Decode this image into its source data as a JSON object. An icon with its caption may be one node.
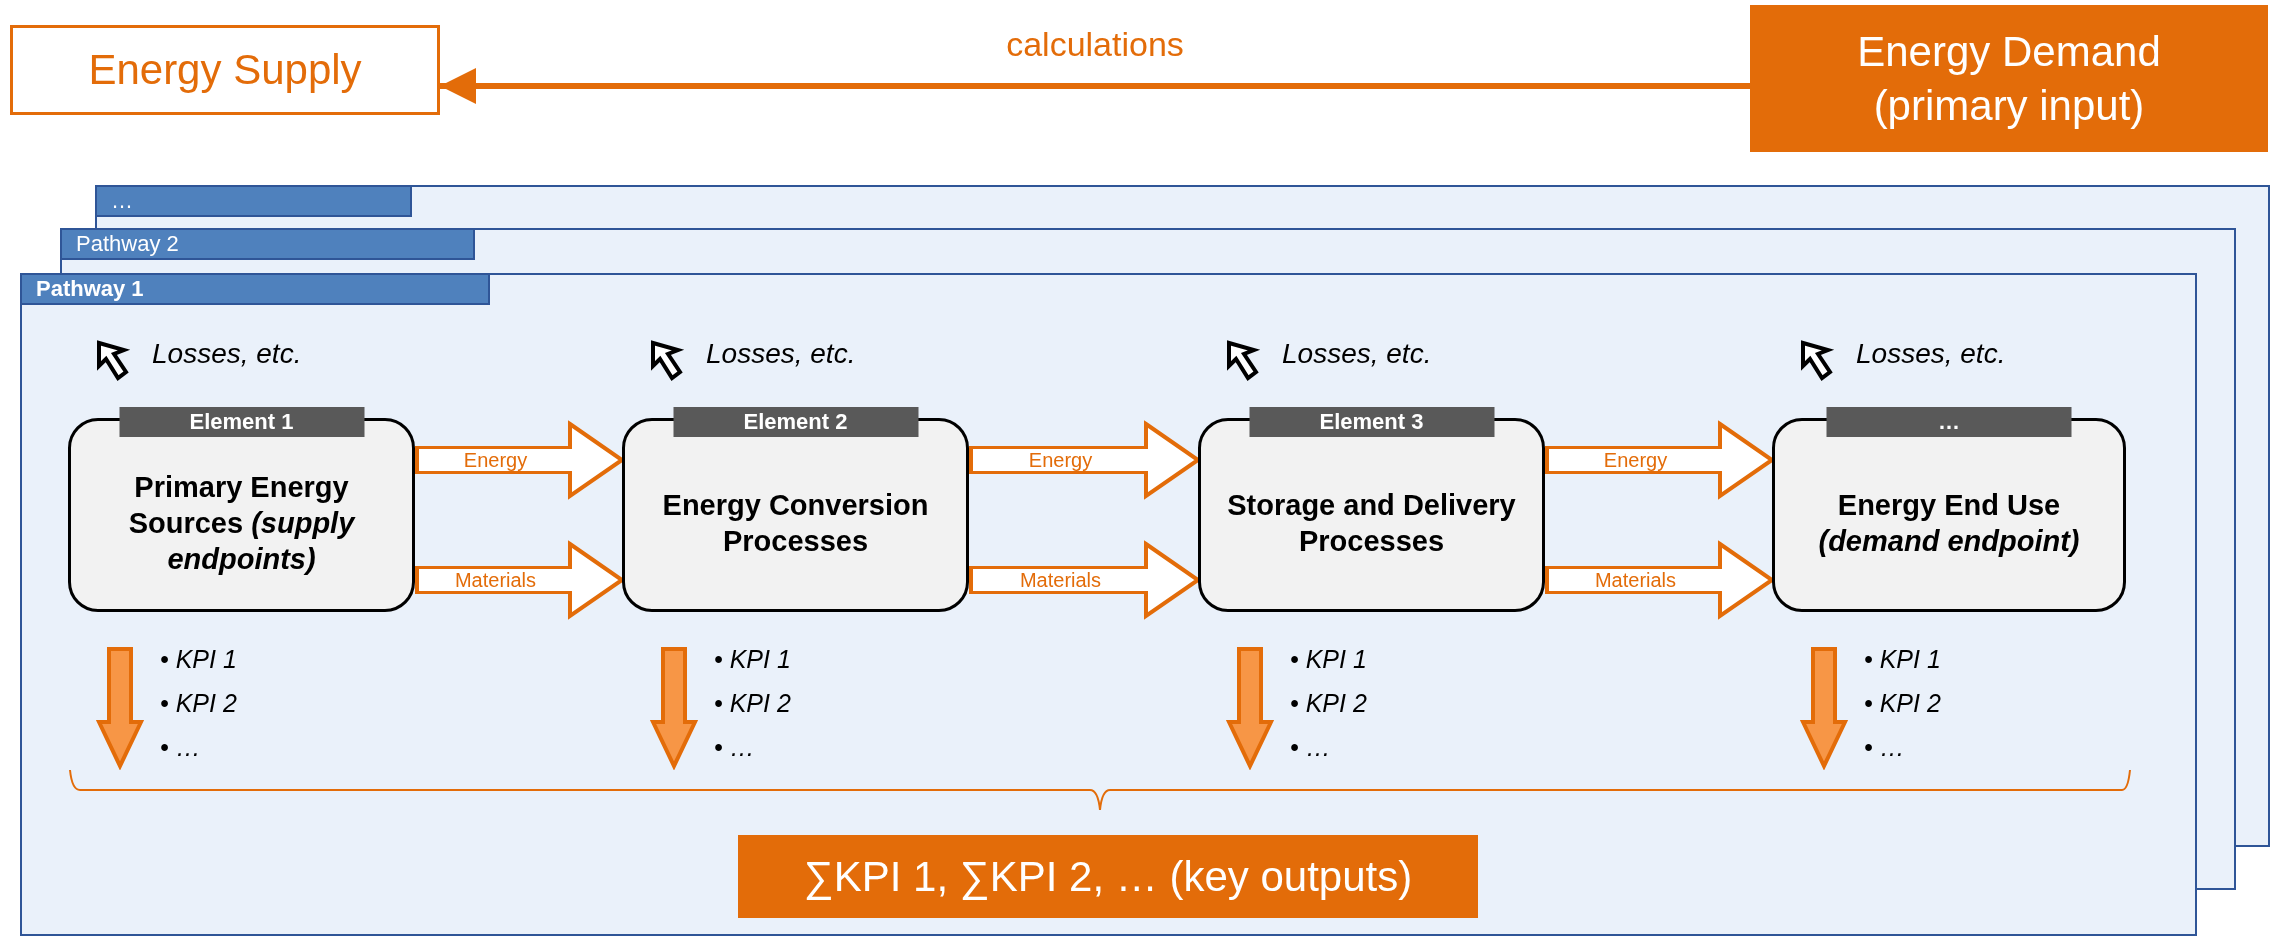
{
  "diagram": {
    "nodes": [
      {
        "text": [
          "Energy Supply"
        ]
      },
      {
        "text": [
          "Energy Demand (primary input)"
        ]
      },
      {
        "text": [
          "…"
        ]
      },
      {
        "text": [
          "Pathway 2"
        ]
      },
      {
        "text": [
          "Pathway 1"
        ]
      },
      {
        "text": [
          "Element 1",
          "Primary Energy Sources *(supply endpoints)*"
        ],
        "in": 4,
        "beside": [
          "Losses, etc.",
          "• KPI 1",
          "• KPI 2",
          "• …"
        ]
      },
      {
        "text": [
          "Element 2",
          "Energy Conversion Processes"
        ],
        "in": 4,
        "beside": [
          "Losses, etc.",
          "• KPI 1",
          "• KPI 2",
          "• …"
        ]
      },
      {
        "text": [
          "Element 3",
          "Storage and Delivery Processes"
        ],
        "in": 4,
        "beside": [
          "Losses, etc.",
          "• KPI 1",
          "• KPI 2",
          "• …"
        ]
      },
      {
        "text": [
          "…",
          "Energy End Use *(demand endpoint)*"
        ],
        "in": 4,
        "beside": [
          "Losses, etc.",
          "• KPI 1",
          "• KPI 2",
          "• …"
        ]
      },
      {
        "text": [
          "∑KPI 1, ∑KPI 2, … (key outputs)"
        ],
        "in": 4
      }
    ],
    "edges": [
      {
        "from": 1,
        "to": 0,
        "arrow": "to",
        "label": "calculations"
      },
      {
        "from": 5,
        "to": 6,
        "arrow": "to",
        "label": "Energy"
      },
      {
        "from": 5,
        "to": 6,
        "arrow": "to",
        "label": "Materials"
      },
      {
        "from": 6,
        "to": 7,
        "arrow": "to",
        "label": "Energy"
      },
      {
        "from": 6,
        "to": 7,
        "arrow": "to",
        "label": "Materials"
      },
      {
        "from": 7,
        "to": 8,
        "arrow": "to",
        "label": "Energy"
      },
      {
        "from": 7,
        "to": 8,
        "arrow": "to",
        "label": "Materials"
      }
    ]
  }
}
